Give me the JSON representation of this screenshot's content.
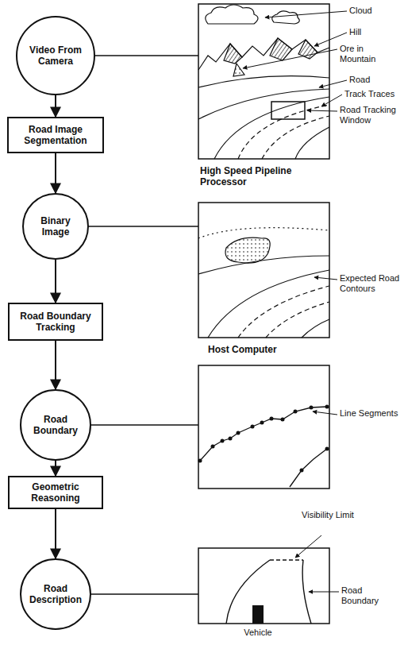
{
  "diagram": {
    "nodes": [
      {
        "text": [
          "Video From Camera"
        ]
      },
      {
        "text": [
          "Road Image Segmentation"
        ]
      },
      {
        "text": [
          "Binary Image"
        ]
      },
      {
        "text": [
          "Road Boundary Tracking"
        ]
      },
      {
        "text": [
          "Road Boundary"
        ]
      },
      {
        "text": [
          "Geometric Reasoning"
        ]
      },
      {
        "text": [
          "Road Description"
        ]
      }
    ],
    "edges": [
      {
        "from": 0,
        "to": 1,
        "arrow": "to"
      },
      {
        "from": 1,
        "to": 2,
        "arrow": "to"
      },
      {
        "from": 2,
        "to": 3,
        "arrow": "to"
      },
      {
        "from": 3,
        "to": 4,
        "arrow": "to"
      },
      {
        "from": 4,
        "to": 5,
        "arrow": "to"
      },
      {
        "from": 5,
        "to": 6,
        "arrow": "to"
      }
    ],
    "labels": [
      "Cloud",
      "Hill",
      "Ore in Mountain",
      "Road",
      "Track Traces",
      "Road Tracking Window",
      "High Speed Pipeline Processor",
      "Expected Road Contours",
      "Host Computer",
      "Line Segments",
      "Visibility Limit",
      "Road Boundary",
      "Vehicle"
    ]
  }
}
